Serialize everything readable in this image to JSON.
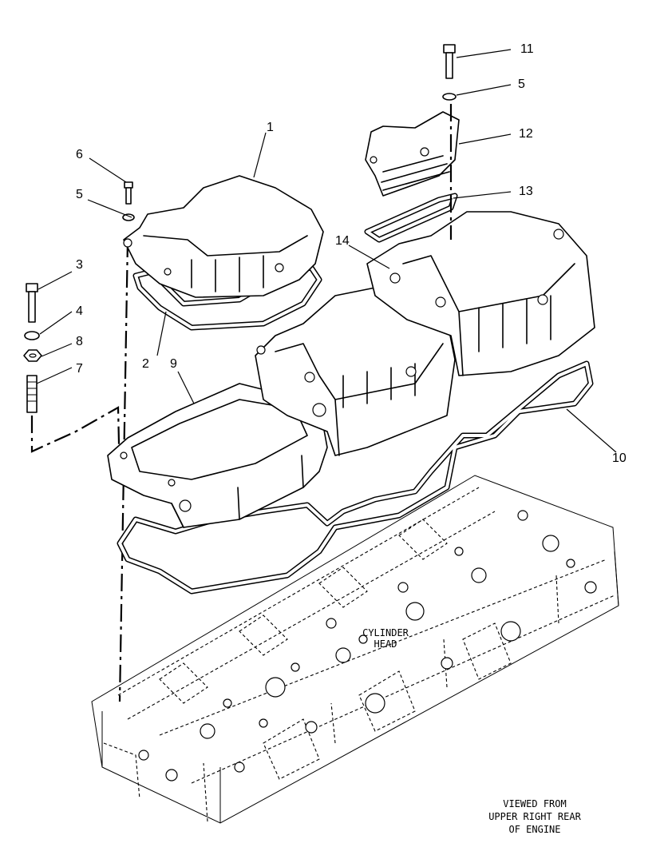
{
  "callouts": {
    "c1": "1",
    "c2": "2",
    "c3": "3",
    "c4": "4",
    "c5a": "5",
    "c5b": "5",
    "c6": "6",
    "c7": "7",
    "c8": "8",
    "c9": "9",
    "c10": "10",
    "c11": "11",
    "c12": "12",
    "c13": "13",
    "c14": "14"
  },
  "labels": {
    "cylinder_head_line1": "CYLINDER",
    "cylinder_head_line2": "HEAD",
    "view_note_line1": "VIEWED FROM",
    "view_note_line2": "UPPER RIGHT REAR",
    "view_note_line3": "OF ENGINE"
  }
}
